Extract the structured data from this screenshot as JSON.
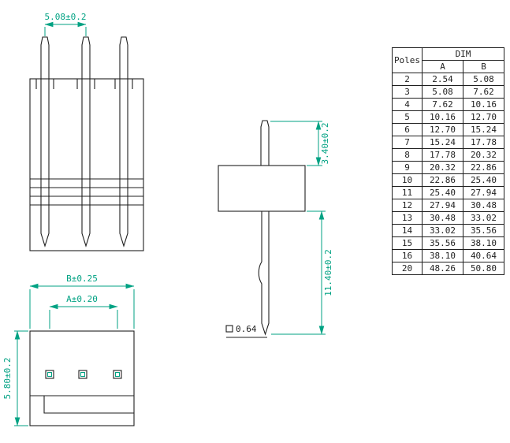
{
  "colors": {
    "dimension": "#00A283",
    "line": "#1f1f1f"
  },
  "front_view": {
    "dim_width": "5.08±0.2"
  },
  "bottom_view": {
    "dim_b": "B±0.25",
    "dim_a": "A±0.20",
    "dim_height": "5.80±0.2"
  },
  "side_view": {
    "dim_top": "3.40±0.2",
    "dim_pin": "11.40±0.2",
    "dim_square": "0.64"
  },
  "table": {
    "col_poles": "Poles",
    "col_dim": "DIM",
    "col_a": "A",
    "col_b": "B",
    "rows": [
      [
        "2",
        "2.54",
        "5.08"
      ],
      [
        "3",
        "5.08",
        "7.62"
      ],
      [
        "4",
        "7.62",
        "10.16"
      ],
      [
        "5",
        "10.16",
        "12.70"
      ],
      [
        "6",
        "12.70",
        "15.24"
      ],
      [
        "7",
        "15.24",
        "17.78"
      ],
      [
        "8",
        "17.78",
        "20.32"
      ],
      [
        "9",
        "20.32",
        "22.86"
      ],
      [
        "10",
        "22.86",
        "25.40"
      ],
      [
        "11",
        "25.40",
        "27.94"
      ],
      [
        "12",
        "27.94",
        "30.48"
      ],
      [
        "13",
        "30.48",
        "33.02"
      ],
      [
        "14",
        "33.02",
        "35.56"
      ],
      [
        "15",
        "35.56",
        "38.10"
      ],
      [
        "16",
        "38.10",
        "40.64"
      ],
      [
        "20",
        "48.26",
        "50.80"
      ]
    ]
  }
}
